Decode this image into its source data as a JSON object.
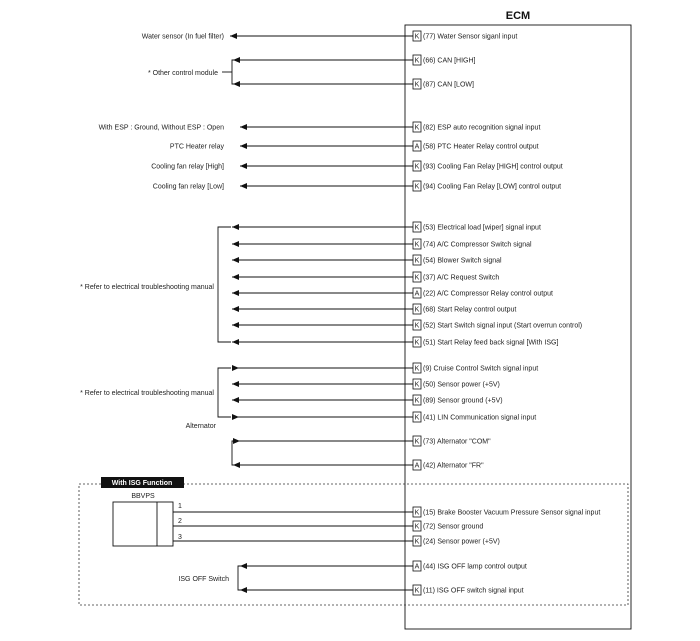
{
  "ecm": {
    "title": "ECM"
  },
  "signals": [
    {
      "pin": "K",
      "label": "(77) Water Sensor siganl input",
      "external": "Water sensor (In fuel filter)"
    },
    {
      "pin": "K",
      "label": "(66) CAN [HIGH]"
    },
    {
      "pin": "K",
      "label": "(87) CAN [LOW]"
    },
    {
      "pin": "K",
      "label": "(82) ESP auto recognition signal input",
      "external": "With ESP : Ground, Without ESP : Open"
    },
    {
      "pin": "A",
      "label": "(58) PTC Heater Relay control output",
      "external": "PTC Heater relay"
    },
    {
      "pin": "K",
      "label": "(93) Cooling Fan Relay [HIGH] control output",
      "external": "Cooling fan relay [High]"
    },
    {
      "pin": "K",
      "label": "(94) Cooling Fan Relay [LOW] control output",
      "external": "Cooling fan relay [Low]"
    },
    {
      "pin": "K",
      "label": "(53) Electrical load [wiper] signal input"
    },
    {
      "pin": "K",
      "label": "(74) A/C Compressor Switch signal"
    },
    {
      "pin": "K",
      "label": "(54) Blower Switch signal"
    },
    {
      "pin": "K",
      "label": "(37) A/C  Request Switch"
    },
    {
      "pin": "A",
      "label": "(22) A/C Compressor Relay control output"
    },
    {
      "pin": "K",
      "label": "(68) Start Relay control output"
    },
    {
      "pin": "K",
      "label": "(52) Start Switch signal input (Start overrun control)"
    },
    {
      "pin": "K",
      "label": "(51) Start Relay feed back signal [With ISG]"
    },
    {
      "pin": "K",
      "label": "(9) Cruise Control Switch signal input"
    },
    {
      "pin": "K",
      "label": "(50) Sensor power (+5V)"
    },
    {
      "pin": "K",
      "label": "(89) Sensor ground (+5V)"
    },
    {
      "pin": "K",
      "label": "(41) LIN Communication signal input"
    },
    {
      "pin": "K",
      "label": "(73) Alternator \"COM\""
    },
    {
      "pin": "A",
      "label": "(42) Alternator \"FR\""
    },
    {
      "pin": "K",
      "label": "(15) Brake Booster Vacuum Pressure Sensor signal input"
    },
    {
      "pin": "K",
      "label": "(72) Sensor ground"
    },
    {
      "pin": "K",
      "label": "(24) Sensor power (+5V)"
    },
    {
      "pin": "A",
      "label": "(44) ISG OFF lamp control output"
    },
    {
      "pin": "K",
      "label": "(11) ISG OFF switch signal input"
    }
  ],
  "groups": [
    {
      "label": "* Other control module"
    },
    {
      "label": "* Refer to electrical troubleshooting manual"
    },
    {
      "label": "* Refer to electrical troubleshooting manual"
    },
    {
      "label": "Alternator"
    }
  ],
  "isg": {
    "badge": "With ISG Function",
    "sensor": "BBVPS",
    "wires": [
      "1",
      "2",
      "3"
    ],
    "switch_label": "ISG OFF Switch"
  },
  "colors": {
    "line": "#111111",
    "text": "#222222",
    "badge_bg": "#111111",
    "badge_text": "#ffffff"
  }
}
